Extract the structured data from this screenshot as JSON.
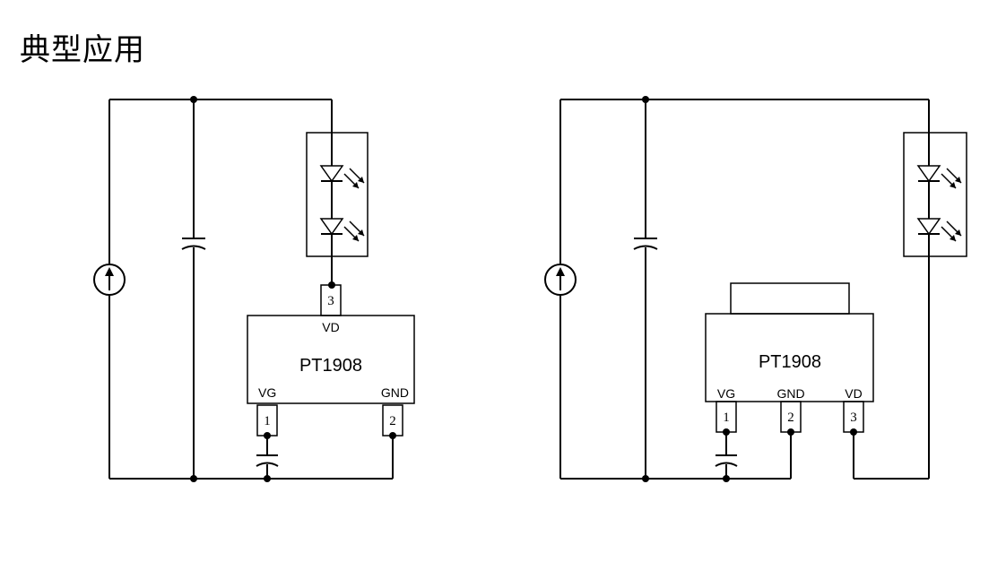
{
  "title": "典型应用",
  "circuits": [
    {
      "chip": "PT1908",
      "pins": [
        {
          "num": "1",
          "label": "VG"
        },
        {
          "num": "2",
          "label": "GND"
        },
        {
          "num": "3",
          "label": "VD"
        }
      ]
    },
    {
      "chip": "PT1908",
      "pins": [
        {
          "num": "1",
          "label": "VG"
        },
        {
          "num": "2",
          "label": "GND"
        },
        {
          "num": "3",
          "label": "VD"
        }
      ]
    }
  ]
}
